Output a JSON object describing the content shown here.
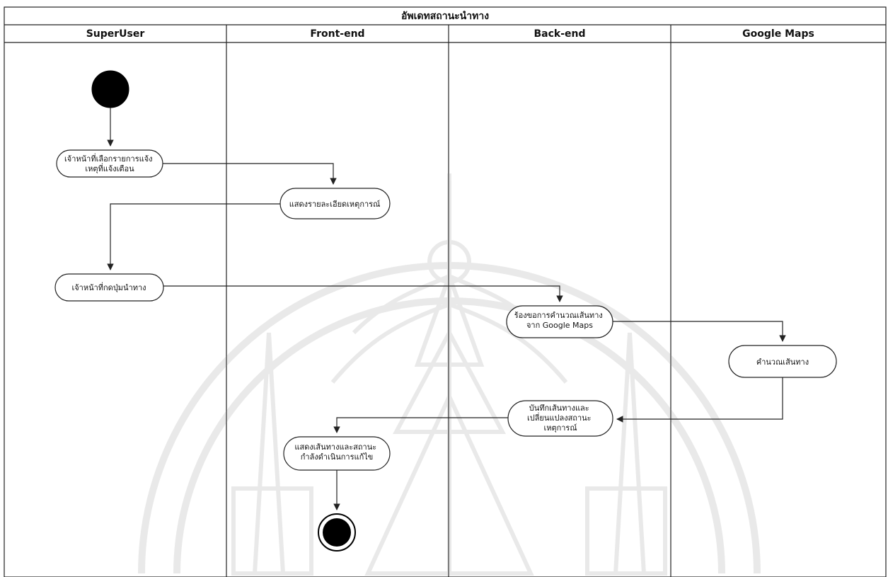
{
  "title": "อัพเดทสถานะนำทาง",
  "lanes": [
    {
      "label": "SuperUser"
    },
    {
      "label": "Front-end"
    },
    {
      "label": "Back-end"
    },
    {
      "label": "Google Maps"
    }
  ],
  "actions": [
    {
      "lines": [
        "เจ้าหน้าที่เลือกรายการแจ้ง",
        "เหตุที่แจ้งเตือน"
      ]
    },
    {
      "lines": [
        "แสดงรายละเอียดเหตุการณ์"
      ]
    },
    {
      "lines": [
        "เจ้าหน้าที่กดปุ่มนำทาง"
      ]
    },
    {
      "lines": [
        "ร้องขอการคำนวณเส้นทาง",
        "จาก Google Maps"
      ]
    },
    {
      "lines": [
        "คำนวณเส้นทาง"
      ]
    },
    {
      "lines": [
        "บันทึกเส้นทางและ",
        "เปลี่ยนแปลงสถานะ",
        "เหตุการณ์"
      ]
    },
    {
      "lines": [
        "แสดงเส้นทางและสถานะ",
        "กำลังดำเนินการแก้ไข"
      ]
    }
  ],
  "colors": {
    "line": "#222222",
    "node_fill": "#ffffff",
    "start_fill": "#000000",
    "watermark": "#8a8a8a"
  }
}
